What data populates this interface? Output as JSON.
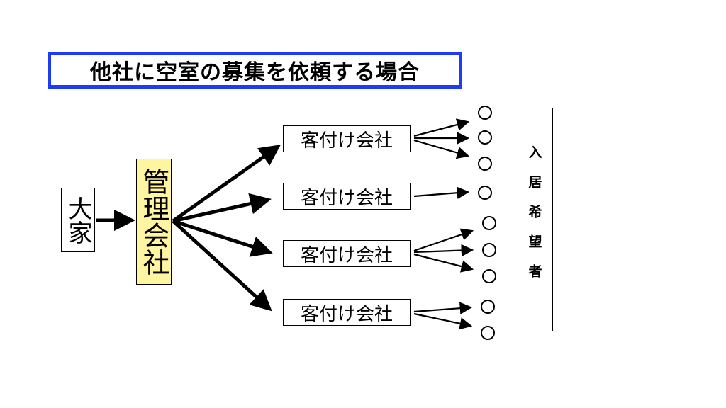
{
  "title": "他社に空室の募集を依頼する場合",
  "owner_label": "大家",
  "manager_label": "管理会社",
  "agencies": [
    {
      "label": "客付け会社",
      "applicants": 3
    },
    {
      "label": "客付け会社",
      "applicants": 1
    },
    {
      "label": "客付け会社",
      "applicants": 3
    },
    {
      "label": "客付け会社",
      "applicants": 2
    }
  ],
  "residents_label": "入居希望者",
  "colors": {
    "title_border": "#1f3cf5",
    "manager_fill": "#fff5a0",
    "ink": "#000000"
  }
}
